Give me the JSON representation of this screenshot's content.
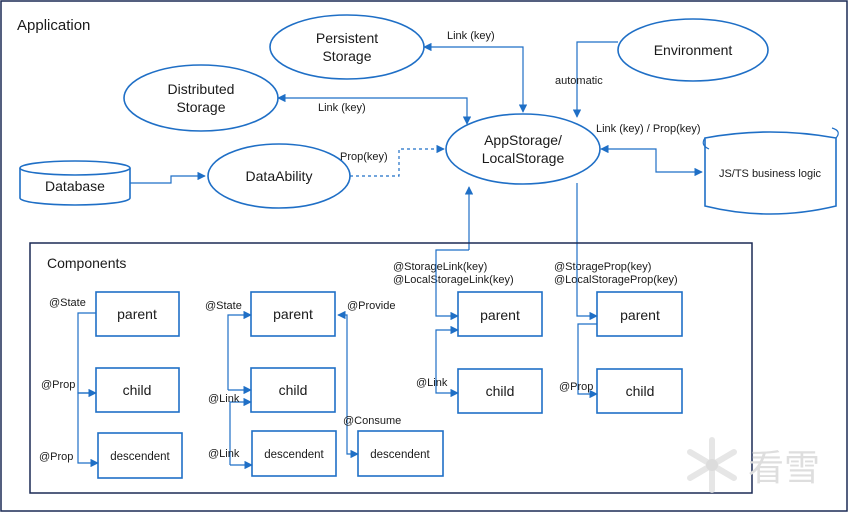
{
  "title": "Application",
  "nodes": {
    "persistent": [
      "Persistent",
      "Storage"
    ],
    "distributed": [
      "Distributed",
      "Storage"
    ],
    "environment": "Environment",
    "appstorage": [
      "AppStorage/",
      "LocalStorage"
    ],
    "database": "Database",
    "dataability": "DataAbility",
    "jsts": "JS/TS business logic"
  },
  "edges": {
    "link_key_1": "Link (key)",
    "link_key_2": "Link (key)",
    "automatic": "automatic",
    "link_prop": "Link (key) / Prop(key)",
    "prop_key": "Prop(key)"
  },
  "components": {
    "title": "Components",
    "parent": "parent",
    "child": "child",
    "descendent": "descendent",
    "state": "@State",
    "prop": "@Prop",
    "link": "@Link",
    "provide": "@Provide",
    "consume": "@Consume",
    "storage_link": "@StorageLink(key)",
    "local_storage_link": "@LocalStorageLink(key)",
    "storage_prop": "@StorageProp(key)",
    "local_storage_prop": "@LocalStorageProp(key)"
  },
  "watermark": "看雪",
  "colors": {
    "accent": "#1f6fc6",
    "frame": "#1b2a55"
  }
}
